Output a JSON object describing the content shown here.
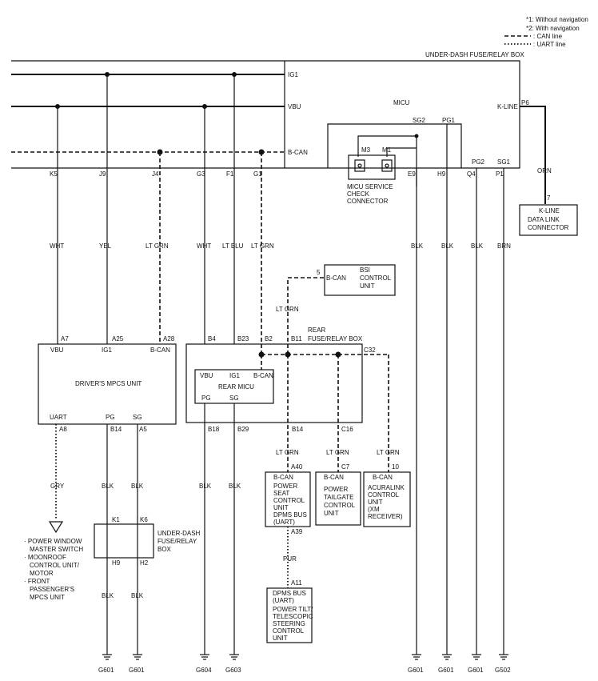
{
  "legend": {
    "note1": "*1: Without navigation",
    "note2": "*2: With navigation",
    "can": ": CAN line",
    "uart": ": UART line"
  },
  "underdash_box_title": "UNDER-DASH FUSE/RELAY BOX",
  "micu": {
    "title": "MICU",
    "ig1": "IG1",
    "vbu": "VBU",
    "bcan": "B-CAN",
    "kline": "K-LINE",
    "p6": "P6",
    "sg2": "SG2",
    "pg1": "PG1",
    "pg2": "PG2",
    "sg1": "SG1",
    "m3": "M3",
    "m1": "M1",
    "service_connector": [
      "MICU SERVICE",
      "CHECK",
      "CONNECTOR"
    ]
  },
  "top_pins": {
    "k5": "K5",
    "j9": "J9",
    "j4": "J4",
    "g3": "G3",
    "f1": "F1",
    "g1": "G1",
    "e9": "E9",
    "h9": "H9",
    "q4": "Q4",
    "p1": "P1"
  },
  "wire_colors": {
    "wht": "WHT",
    "yel": "YEL",
    "ltgrn": "LT GRN",
    "ltblu": "LT BLU",
    "blk": "BLK",
    "brn": "BRN",
    "orn": "ORN",
    "gry": "GRY",
    "pur": "PUR"
  },
  "dlc": {
    "pin": "7",
    "kline": "K-LINE",
    "name": [
      "DATA LINK",
      "CONNECTOR"
    ]
  },
  "bsi": {
    "pin": "5",
    "bcan": "B-CAN",
    "name": [
      "BSI",
      "CONTROL",
      "UNIT"
    ]
  },
  "drivers_mpcs": {
    "a7": "A7",
    "a25": "A25",
    "a28": "A28",
    "vbu": "VBU",
    "ig1": "IG1",
    "bcan": "B-CAN",
    "title": "DRIVER'S MPCS UNIT",
    "uart": "UART",
    "pg": "PG",
    "sg": "SG",
    "a8": "A8",
    "b14": "B14",
    "a5": "A5"
  },
  "rear_box": {
    "b4": "B4",
    "b23": "B23",
    "b2": "B2",
    "b11": "B11",
    "title": [
      "REAR",
      "FUSE/RELAY BOX"
    ],
    "c32": "C32",
    "b18": "B18",
    "b29": "B29",
    "b14": "B14",
    "c16": "C16"
  },
  "rear_micu": {
    "vbu": "VBU",
    "ig1": "IG1",
    "bcan": "B-CAN",
    "title": "REAR MICU",
    "pg": "PG",
    "sg": "SG"
  },
  "power_seat": {
    "pin": "A40",
    "bcan": "B-CAN",
    "name": [
      "POWER",
      "SEAT",
      "CONTROL",
      "UNIT",
      "DPMS BUS",
      "(UART)"
    ],
    "pin_out": "A39"
  },
  "tailgate": {
    "pin": "C7",
    "bcan": "B-CAN",
    "name": [
      "POWER",
      "TAILGATE",
      "CONTROL",
      "UNIT"
    ]
  },
  "acuralink": {
    "pin": "10",
    "bcan": "B-CAN",
    "name": [
      "ACURALINK",
      "CONTROL",
      "UNIT",
      "(XM",
      "RECEIVER)"
    ]
  },
  "steering": {
    "pin": "A11",
    "name": [
      "DPMS BUS",
      "(UART)",
      "POWER TILT/",
      "TELESCOPIC",
      "STEERING",
      "CONTROL",
      "UNIT"
    ]
  },
  "underdash_lower": {
    "k1": "K1",
    "k6": "K6",
    "h9": "H9",
    "h2": "H2",
    "name": [
      "UNDER-DASH",
      "FUSE/RELAY",
      "BOX"
    ]
  },
  "uart_devices": [
    "· POWER WINDOW",
    "MASTER SWITCH",
    "· MOONROOF",
    "CONTROL UNIT/",
    "MOTOR",
    "· FRONT",
    "PASSENGER'S",
    "MPCS UNIT"
  ],
  "grounds": {
    "g1": "G601",
    "g2": "G601",
    "g3": "G604",
    "g4": "G603",
    "g5": "G601",
    "g6": "G601",
    "g7": "G601",
    "g8": "G502"
  }
}
